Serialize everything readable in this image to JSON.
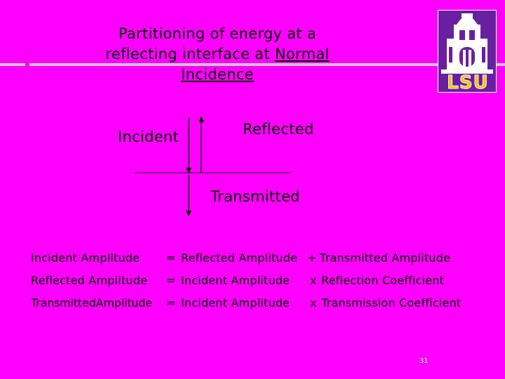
{
  "title": {
    "line1": "Partitioning of energy at a",
    "line2_prefix": "reflecting interface at ",
    "line2_underlined": "Normal",
    "line3": "Incidence"
  },
  "logo": {
    "text": "LSU",
    "colors": {
      "background": "#6A1FA0",
      "letters": "#F2C400",
      "building": "#FFFFFF"
    }
  },
  "diagram": {
    "incident_label": "Incident",
    "reflected_label": "Reflected",
    "transmitted_label": "Transmitted"
  },
  "equations": [
    {
      "lhs": "Incident Amplitude",
      "op": "=",
      "term1": "Reflected Amplitude",
      "op2": "+",
      "term2": "Transmitted Amplitude"
    },
    {
      "lhs": "Reflected Amplitude",
      "op": "=",
      "term1": "Incident Amplitude",
      "op2": "x",
      "term2": "Reflection Coefficient"
    },
    {
      "lhs": "TransmittedAmplitude",
      "op": "=",
      "term1": "Incident Amplitude",
      "op2": "x",
      "term2": "Transmission Coefficient"
    }
  ],
  "page_number": "31",
  "colors": {
    "background": "#FF00FF",
    "rule": "#C8C8C8"
  }
}
